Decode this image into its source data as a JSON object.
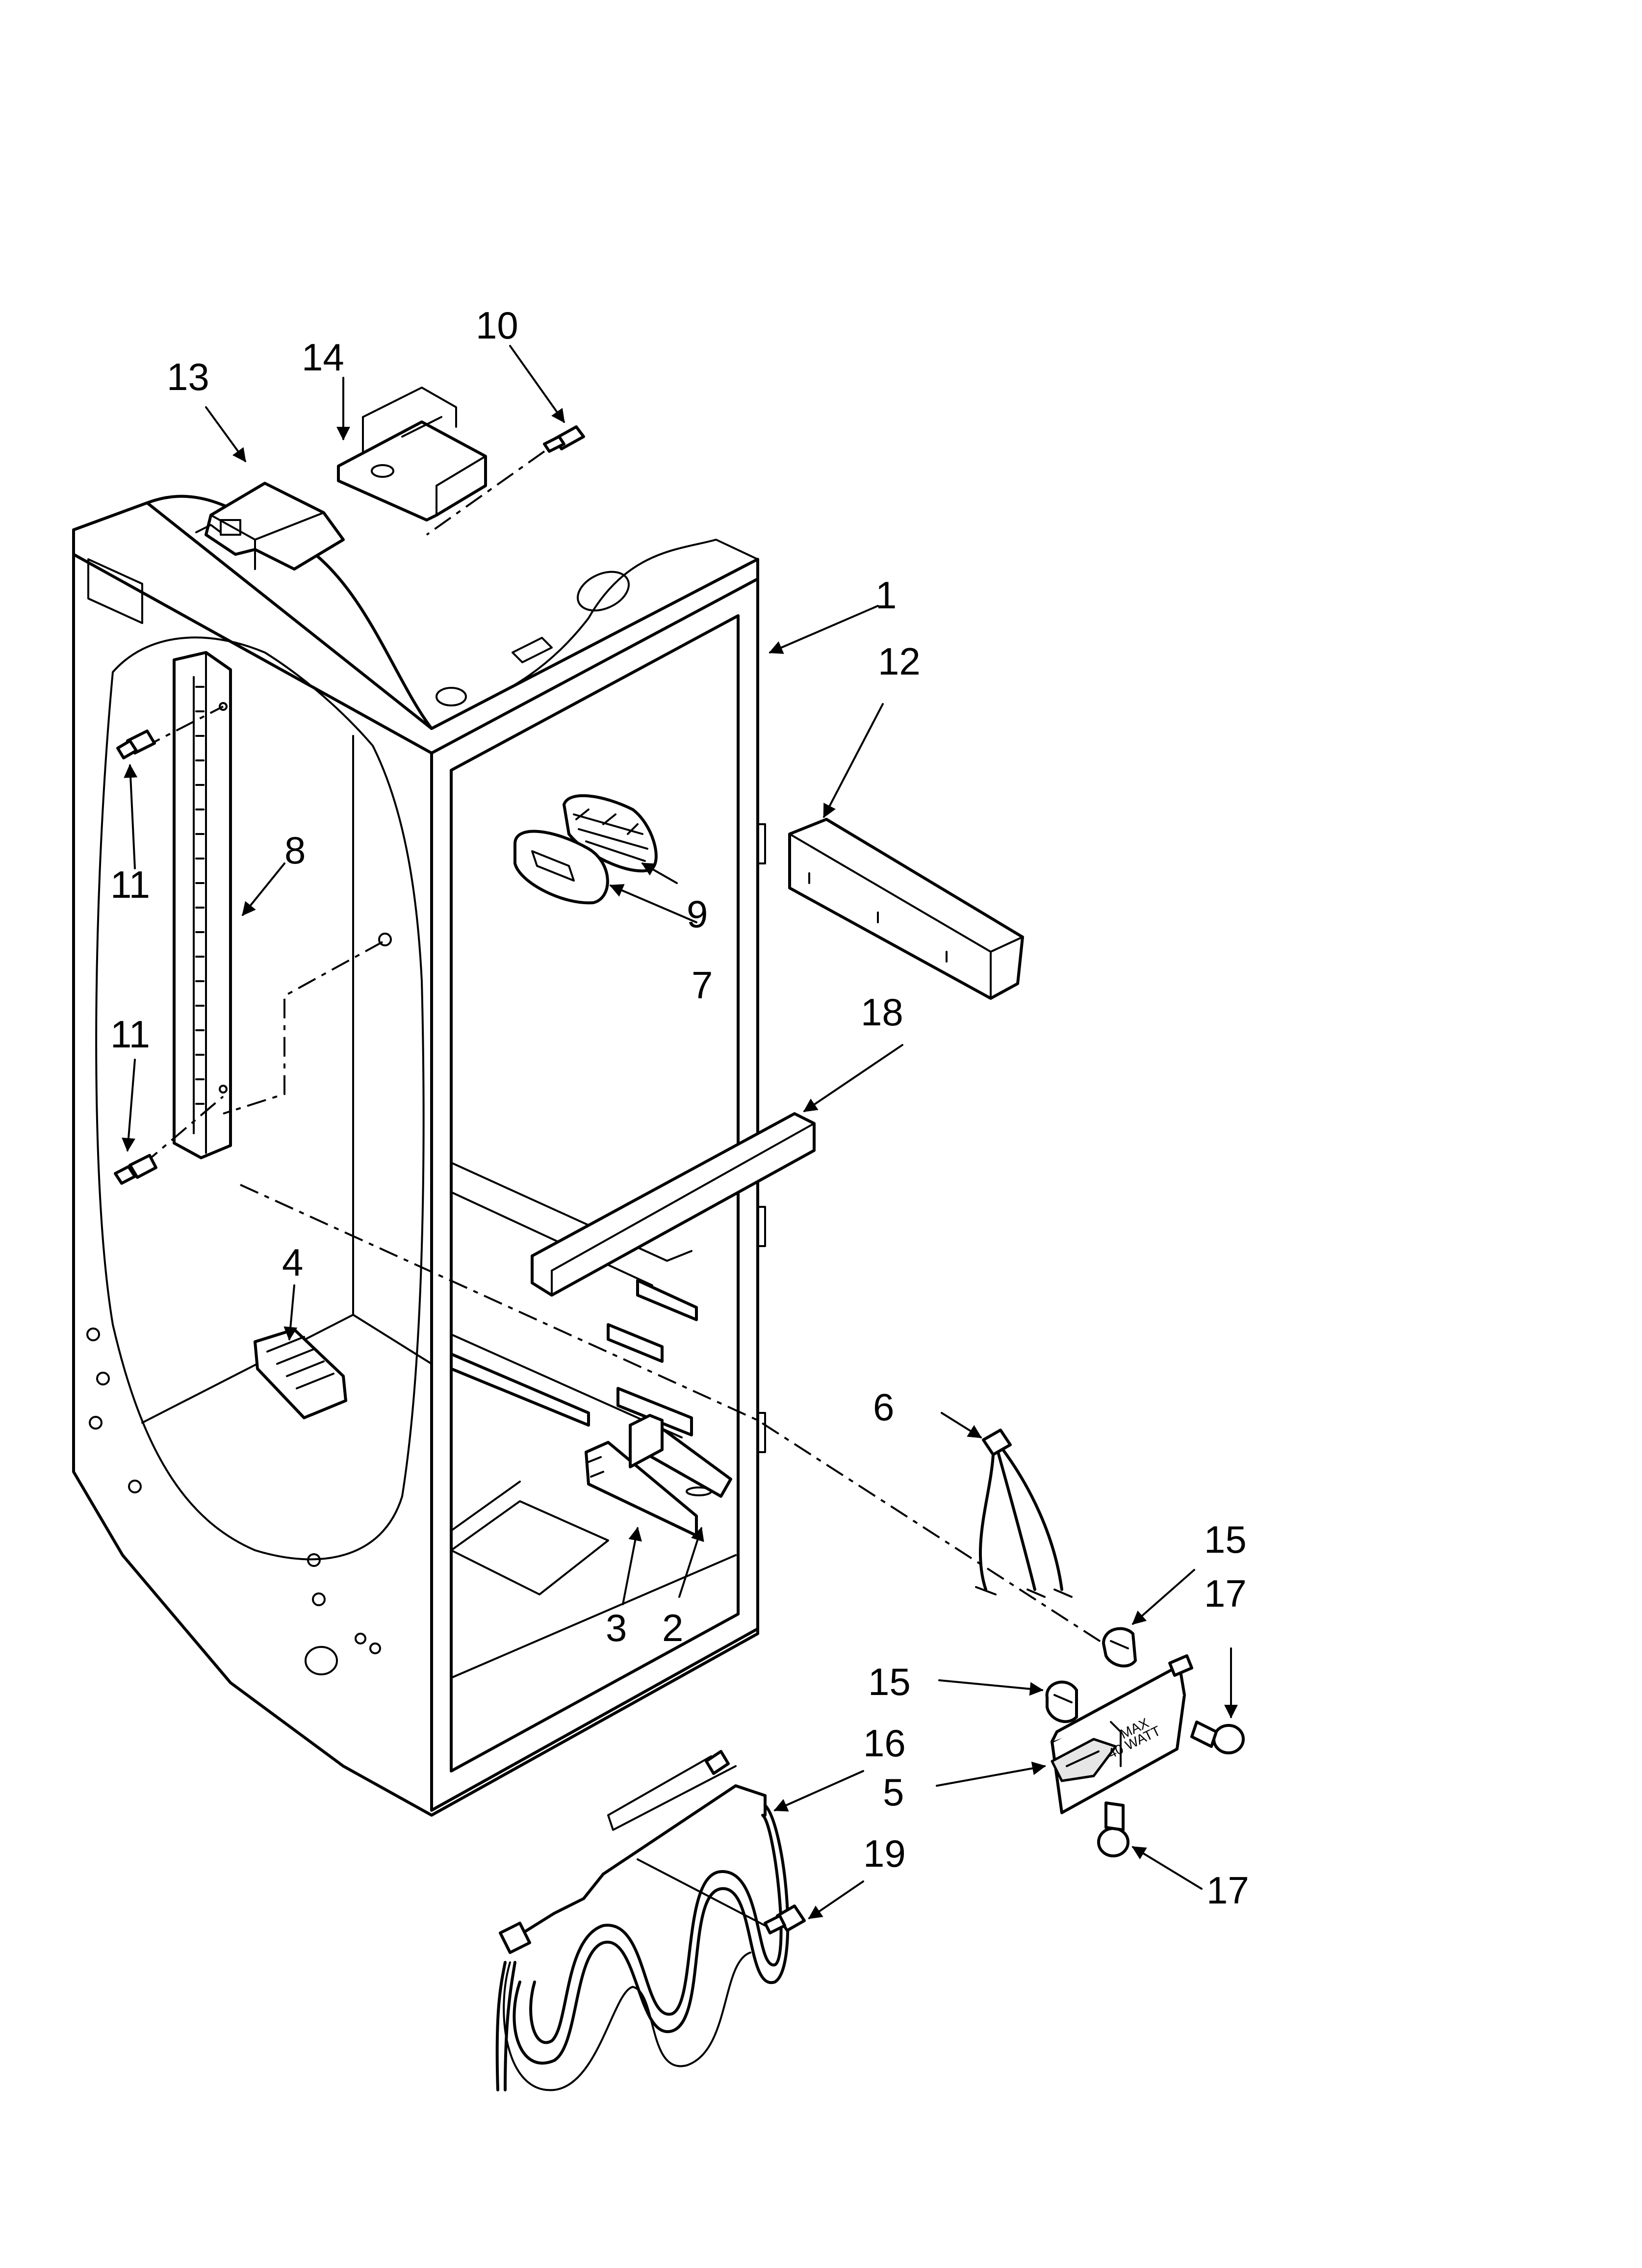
{
  "callouts": {
    "c1": "1",
    "c2": "2",
    "c3": "3",
    "c4": "4",
    "c5": "5",
    "c6": "6",
    "c7": "7",
    "c8": "8",
    "c9": "9",
    "c10": "10",
    "c11a": "11",
    "c11b": "11",
    "c12": "12",
    "c13": "13",
    "c14": "14",
    "c15a": "15",
    "c15b": "15",
    "c16": "16",
    "c17a": "17",
    "c17b": "17",
    "c18": "18",
    "c19": "19"
  },
  "light_housing": {
    "rating_line1": "MAX",
    "rating_line2": "40 WATT"
  }
}
